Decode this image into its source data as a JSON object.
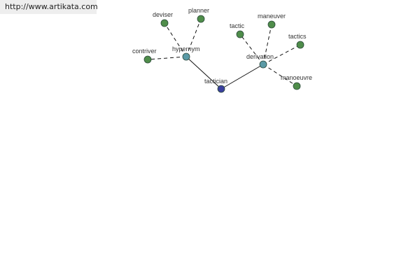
{
  "header": {
    "url": "http://www.artikata.com"
  },
  "colors": {
    "root_node": "#3a3f9e",
    "relation_node": "#5b9aa6",
    "leaf_node": "#4f8d4a",
    "node_stroke": "#2c4a3a",
    "edge": "#111111",
    "url_bar": "#eeeeee"
  },
  "graph": {
    "root": {
      "id": "tactician",
      "label": "tactician"
    },
    "relations": [
      {
        "id": "hypernym",
        "label": "hypernym",
        "terms": [
          {
            "id": "deviser",
            "label": "deviser"
          },
          {
            "id": "planner",
            "label": "planner"
          },
          {
            "id": "contriver",
            "label": "contriver"
          }
        ]
      },
      {
        "id": "derivation",
        "label": "derivation",
        "terms": [
          {
            "id": "tactic",
            "label": "tactic"
          },
          {
            "id": "maneuver",
            "label": "maneuver"
          },
          {
            "id": "tactics",
            "label": "tactics"
          },
          {
            "id": "manoeuvre",
            "label": "manoeuvre"
          }
        ]
      }
    ]
  }
}
